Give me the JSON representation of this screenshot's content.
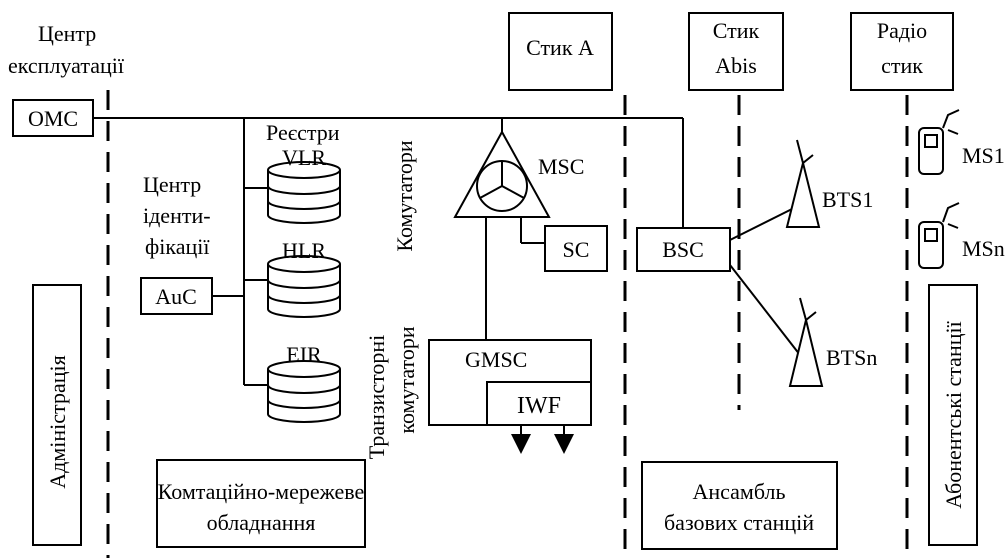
{
  "labels": {
    "ops_center_line1": "Центр",
    "ops_center_line2": "експлуатації",
    "omc": "OMC",
    "registers": "Реєстри",
    "vlr": "VLR",
    "hlr": "HLR",
    "eir": "EIR",
    "auth_center_line1": "Центр",
    "auth_center_line2": "іденти-",
    "auth_center_line3": "фікації",
    "auc": "AuC",
    "switches": "Комутатори",
    "msc": "MSC",
    "sc": "SC",
    "transit_line1": "Транзисторні",
    "transit_line2": "комутатори",
    "gmsc": "GMSC",
    "iwf": "IWF",
    "interface_a": "Стик А",
    "interface_abis_line1": "Стик",
    "interface_abis_line2": "Abis",
    "radio_line1": "Радіо",
    "radio_line2": "стик",
    "bsc": "BSC",
    "bts1": "BTS1",
    "btsn": "BTSn",
    "ms1": "MS1",
    "msn": "MSn",
    "administration": "Адміністрація",
    "subscriber_stations": "Абонентські станції",
    "switching_line1": "Комтаційно-мережеве",
    "switching_line2": "обладнання",
    "base_ensemble_line1": "Ансамбль",
    "base_ensemble_line2": "базових станцій"
  }
}
